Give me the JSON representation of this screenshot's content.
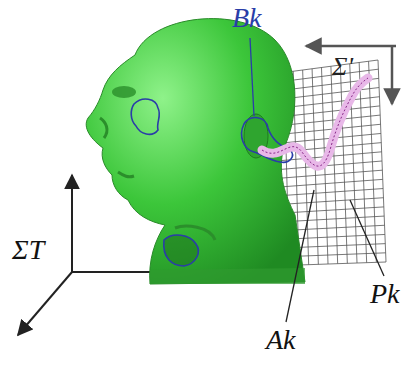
{
  "diagram": {
    "labels": [
      "Bk",
      "ΣT",
      "Σ'",
      "Pk",
      "Ak"
    ]
  }
}
